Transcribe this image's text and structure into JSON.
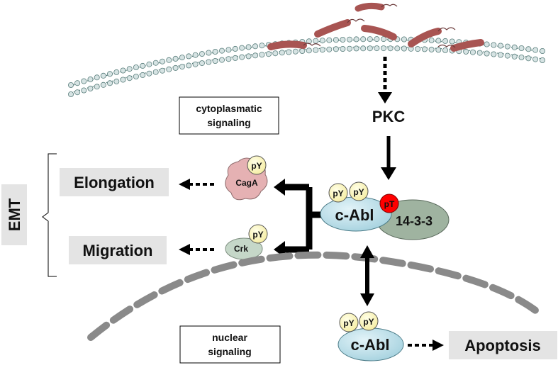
{
  "labels": {
    "pkc": "PKC",
    "cytoplasmatic_line1": "cytoplasmatic",
    "cytoplasmatic_line2": "signaling",
    "nuclear_line1": "nuclear",
    "nuclear_line2": "signaling",
    "emt": "EMT",
    "elongation": "Elongation",
    "migration": "Migration",
    "apoptosis": "Apoptosis",
    "cagA": "CagA",
    "crk": "Crk",
    "cabl_cyto": "c-Abl",
    "cabl_nuc": "c-Abl",
    "p1433": "14-3-3",
    "pY": "pY",
    "pT": "pT"
  },
  "colors": {
    "bacteria": "#a85452",
    "membrane_head": "#d6e3e3",
    "cabl_fill": "#b7dce6",
    "p1433_fill": "#9fb3a0",
    "pY_fill": "#fbf6b6",
    "pT_fill": "#ff0000",
    "cagA_fill": "#e5b1b3",
    "crk_fill": "#c5d7c8",
    "label_bg": "#e4e4e4",
    "nuclear_dash": "#8a8a8a"
  }
}
